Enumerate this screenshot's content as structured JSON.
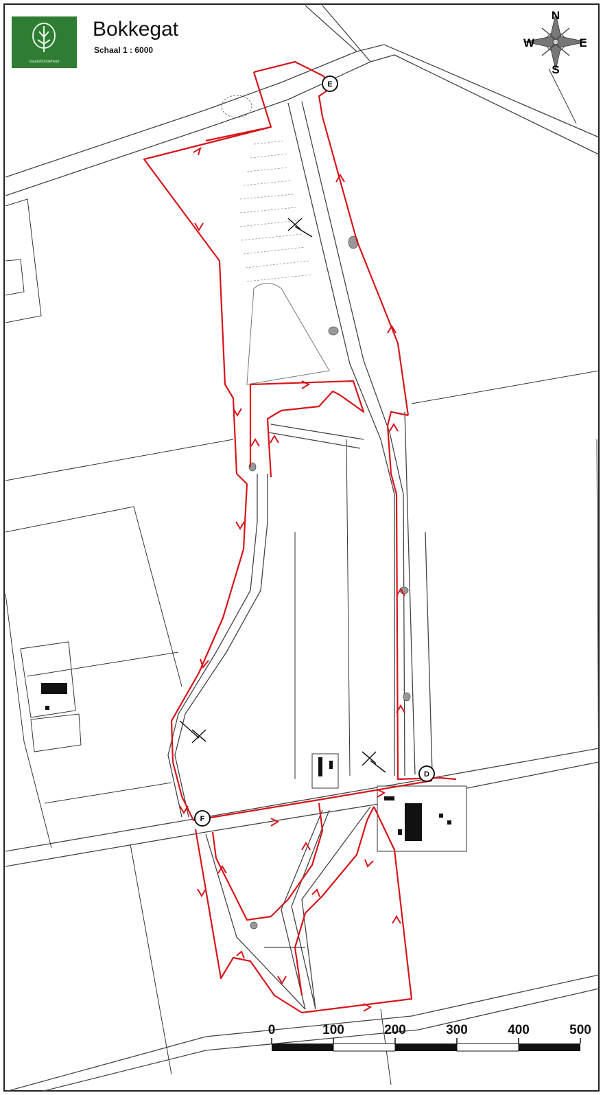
{
  "header": {
    "title": "Bokkegat",
    "scale": "Schaal  1 : 6000",
    "logo_text": "staatsbosbeheer"
  },
  "compass": {
    "north": "N",
    "east": "E",
    "south": "S",
    "west": "W"
  },
  "waypoints": [
    {
      "id": "wp-e",
      "label": "E"
    },
    {
      "id": "wp-d",
      "label": "D"
    },
    {
      "id": "wp-f",
      "label": "F"
    }
  ],
  "scalebar": {
    "labels": [
      "0",
      "100",
      "200",
      "300",
      "400",
      "500"
    ]
  },
  "colors": {
    "route": "#d7141a",
    "road": "#555555",
    "pond": "#999999",
    "logo": "#2e7d32"
  }
}
